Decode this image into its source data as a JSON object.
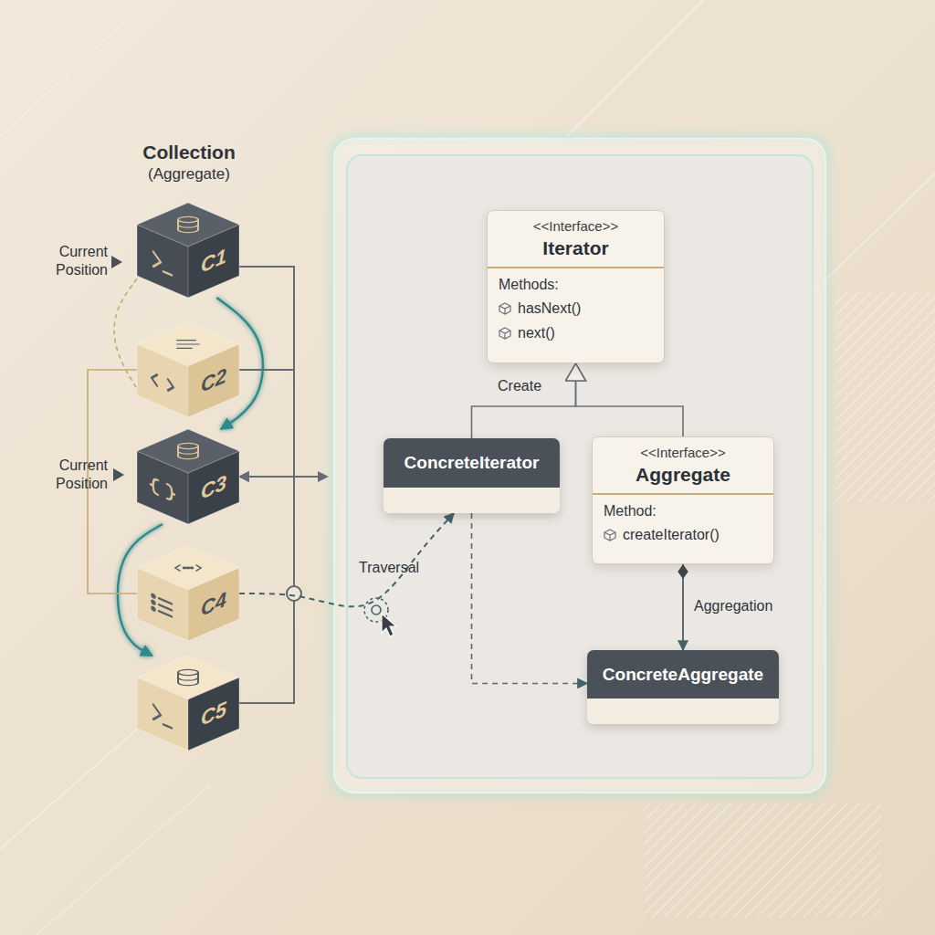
{
  "diagram": {
    "nodes": [
      {
        "text": [
          "C1"
        ]
      },
      {
        "text": [
          "C2"
        ]
      },
      {
        "text": [
          "C3"
        ]
      },
      {
        "text": [
          "C4"
        ]
      },
      {
        "text": [
          "C5"
        ]
      },
      {
        "text": [
          "<<Interface>>",
          "Iterator",
          "Methods:",
          "hasNext()",
          "next()"
        ]
      },
      {
        "text": [
          "ConcreteIterator"
        ]
      },
      {
        "text": [
          "<<Interface>>",
          "Aggregate",
          "Method:",
          "createIterator()"
        ]
      },
      {
        "text": [
          "ConcreteAggregate"
        ]
      }
    ],
    "edges": [
      {
        "from": 0,
        "to": 2,
        "arrow": "to"
      },
      {
        "from": 2,
        "to": 4,
        "arrow": "to"
      },
      {
        "from": 0,
        "to": 1,
        "arrow": "none"
      },
      {
        "from": 1,
        "to": 3,
        "arrow": "none"
      },
      {
        "from": 0,
        "to": 2,
        "arrow": "to"
      },
      {
        "from": 1,
        "to": 2,
        "arrow": "to"
      },
      {
        "from": 3,
        "to": 6,
        "label": "Traversal",
        "arrow": "to"
      },
      {
        "from": 6,
        "to": 5,
        "label": "Create",
        "arrow": "to"
      },
      {
        "from": 7,
        "to": 5,
        "arrow": "to"
      },
      {
        "from": 7,
        "to": 8,
        "label": "Aggregation",
        "arrow": "to"
      },
      {
        "from": 6,
        "to": 8,
        "arrow": "to"
      }
    ],
    "labels": [
      "Collection",
      "(Aggregate)",
      "Current Position",
      "Current Position"
    ]
  }
}
